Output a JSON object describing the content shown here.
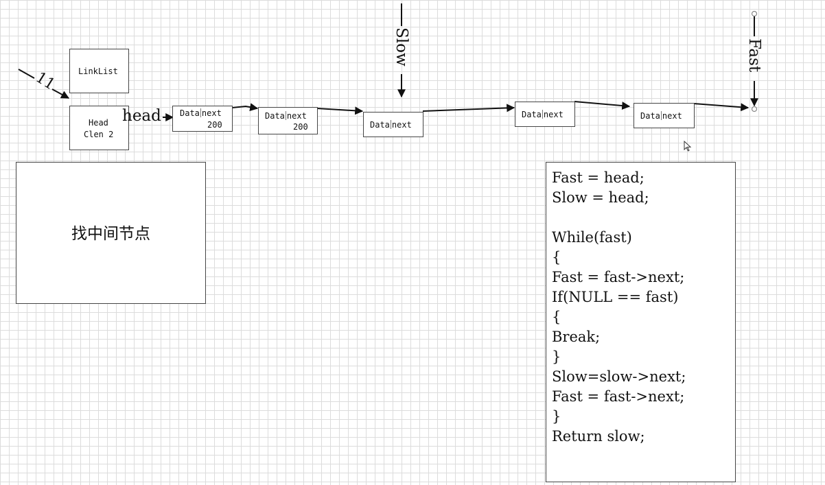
{
  "linklist": {
    "title": "LinkList",
    "head_label": "Head",
    "clen_label": "Clen 2"
  },
  "labels": {
    "eleven": "11",
    "head": "head",
    "slow": "Slow",
    "fast": "Fast"
  },
  "nodes": [
    {
      "data": "Data",
      "next": "next",
      "value": "200"
    },
    {
      "data": "Data",
      "next": "next",
      "value": "200"
    },
    {
      "data": "Data",
      "next": "next"
    },
    {
      "data": "Data",
      "next": "next"
    },
    {
      "data": "Data",
      "next": "next"
    }
  ],
  "note_box": {
    "text": "找中间节点"
  },
  "code": {
    "lines": [
      "Fast = head;",
      "Slow = head;",
      "",
      "While(fast)",
      "{",
      "Fast = fast->next;",
      "If(NULL == fast)",
      "{",
      "Break;",
      "}",
      "Slow=slow->next;",
      "Fast = fast->next;",
      "}",
      "Return slow;"
    ]
  },
  "colors": {
    "line": "#111111",
    "grid": "#dcdcdc",
    "border": "#444444"
  }
}
